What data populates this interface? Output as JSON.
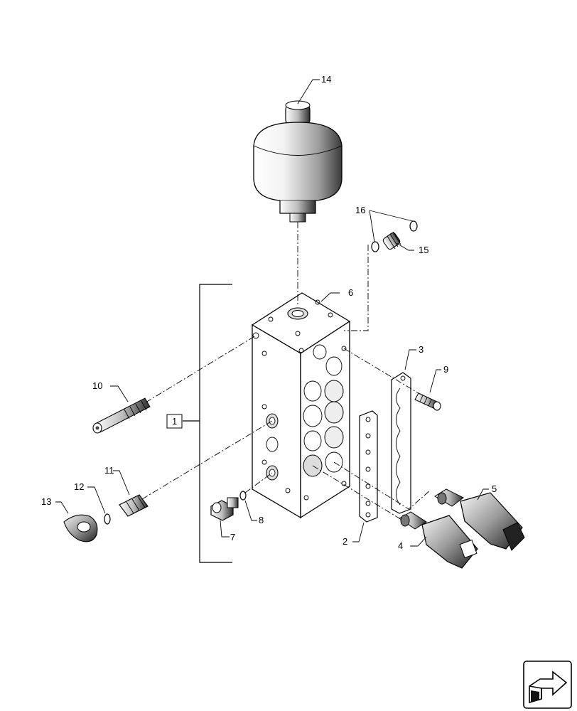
{
  "callouts": {
    "c1": "1",
    "c2": "2",
    "c3": "3",
    "c4": "4",
    "c5": "5",
    "c6": "6",
    "c7": "7",
    "c8": "8",
    "c9": "9",
    "c10": "10",
    "c11": "11",
    "c12": "12",
    "c13": "13",
    "c14": "14",
    "c15": "15",
    "c16": "16"
  },
  "navigation": {
    "icon": "next-page-arrow-icon"
  }
}
